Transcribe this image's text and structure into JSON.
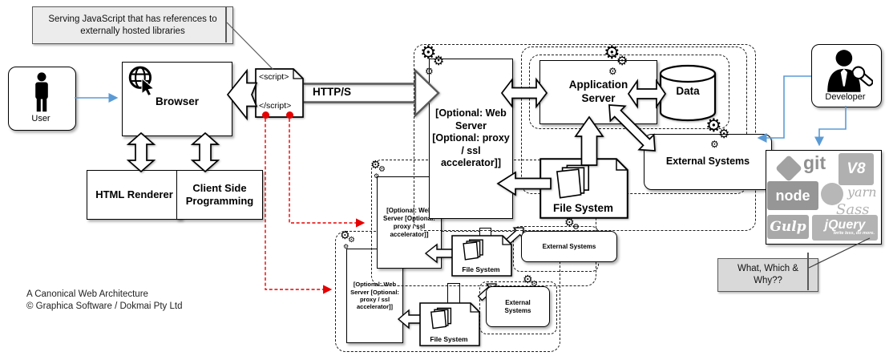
{
  "diagram": {
    "note_serving_js": "Serving JavaScript that has references to externally hosted libraries",
    "note_what_which_why": "What, Which & Why??",
    "caption_line1": "A Canonical Web Architecture",
    "caption_line2": "© Graphica Software / Dokmai Pty Ltd",
    "http_label": "HTTP/S"
  },
  "nodes": {
    "user": "User",
    "browser": "Browser",
    "html_renderer": "HTML Renderer",
    "client_side_programming": "Client Side Programming",
    "script_open_tag": "<script>",
    "script_close_tag": "</script>",
    "web_server": "[Optional: Web Server [Optional: proxy / ssl accelerator]]",
    "application_server": "Application Server",
    "data": "Data",
    "external_systems": "External Systems",
    "file_system": "File System",
    "developer": "Developer"
  },
  "mini": {
    "web_server": "[Optional: Web Server [Optional: proxy / ssl accelerator]]",
    "file_system": "File System",
    "external_systems": "External Systems"
  },
  "tools": {
    "git": "git",
    "v8": "V8",
    "node": "node",
    "yarn": "yarn",
    "sass": "Sass",
    "gulp": "Gulp",
    "jquery": "jQuery",
    "jquery_tagline": "write less, do more."
  },
  "icons": {
    "gear": "⚙"
  },
  "colors": {
    "accent_blue": "#5b9bd5",
    "alert_red": "#ff0000",
    "note_bg": "#ececec",
    "note2_bg": "#d9d9d9",
    "logo_gray": "#a6a6a6"
  }
}
